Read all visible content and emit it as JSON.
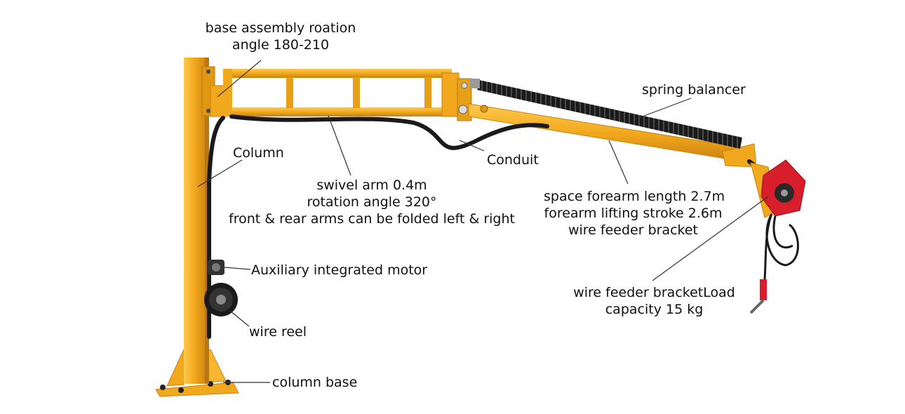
{
  "colors": {
    "frame": "#F2A81D",
    "frame_dark": "#C9820E",
    "frame_light": "#FFC94D",
    "hose": "#1A1A1A",
    "feeder": "#D81E2A",
    "leader": "#333333",
    "background": "#FFFFFF"
  },
  "labels": {
    "base_rotation": [
      "base assembly roation",
      "angle 180-210"
    ],
    "spring_balancer": "spring balancer",
    "column": "Column",
    "conduit": "Conduit",
    "swivel_arm": [
      "swivel arm 0.4m",
      "rotation angle 320°",
      "front & rear arms can be folded left & right"
    ],
    "forearm": [
      "space forearm length 2.7m",
      "forearm lifting stroke 2.6m",
      "wire feeder bracket"
    ],
    "aux_motor": "Auxiliary integrated motor",
    "wire_reel": "wire reel",
    "feeder_load": [
      "wire feeder bracketLoad",
      "capacity 15 kg"
    ],
    "column_base": "column base"
  }
}
